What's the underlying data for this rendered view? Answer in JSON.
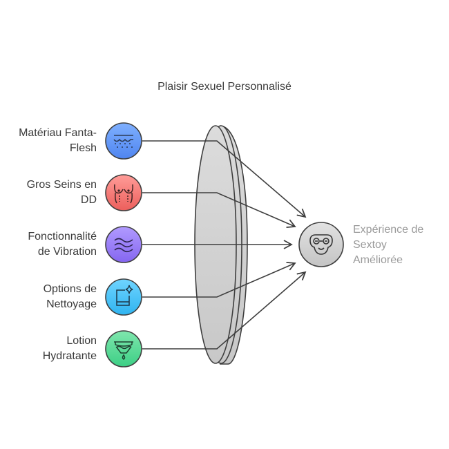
{
  "title": "Plaisir Sexuel Personnalisé",
  "inputs": [
    {
      "label_line1": "Matériau Fanta-",
      "label_line2": "Flesh",
      "icon": "skin-texture-icon",
      "color_top": "#7fb0ff",
      "color_bottom": "#4f85f0"
    },
    {
      "label_line1": "Gros Seins en",
      "label_line2": "DD",
      "icon": "breasts-icon",
      "color_top": "#ff9c98",
      "color_bottom": "#ec5f5c"
    },
    {
      "label_line1": "Fonctionnalité",
      "label_line2": "de Vibration",
      "icon": "waves-icon",
      "color_top": "#b19bff",
      "color_bottom": "#8566f0"
    },
    {
      "label_line1": "Options de",
      "label_line2": "Nettoyage",
      "icon": "clean-sparkle-icon",
      "color_top": "#6fd4ff",
      "color_bottom": "#2fb4f0"
    },
    {
      "label_line1": "Lotion",
      "label_line2": "Hydratante",
      "icon": "lotion-drop-icon",
      "color_top": "#7fe6ad",
      "color_bottom": "#3ccf85"
    }
  ],
  "output": {
    "label_line1": "Expérience de",
    "label_line2": "Sextoy",
    "label_line3": "Améliorée",
    "icon": "happy-face-icon"
  },
  "colors": {
    "stroke": "#3e3e3e",
    "lens_fill": "#d4d4d4",
    "output_text": "#9a9a9a"
  }
}
